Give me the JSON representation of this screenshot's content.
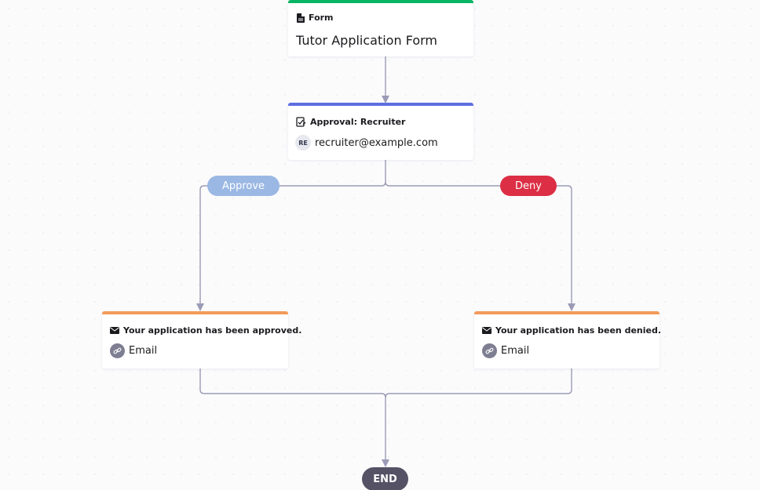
{
  "colors": {
    "form_bar": "#09b562",
    "approval_bar": "#5d6ee0",
    "email_bar": "#f39a59",
    "approve_pill": "#9ab8e3",
    "deny_pill": "#dc2e44",
    "connector": "#9b9bb6",
    "end_node": "#555266"
  },
  "form_node": {
    "icon": "document-icon",
    "type_label": "Form",
    "title": "Tutor Application Form"
  },
  "approval_node": {
    "icon": "approval-icon",
    "type_label": "Approval: Recruiter",
    "assignee_initials": "RE",
    "assignee_email": "recruiter@example.com"
  },
  "branches": {
    "approve_label": "Approve",
    "deny_label": "Deny"
  },
  "email_approved": {
    "icon": "envelope-icon",
    "subject": "Your application has been approved.",
    "channel_icon": "link-icon",
    "channel": "Email"
  },
  "email_denied": {
    "icon": "envelope-icon",
    "subject": "Your application has been denied.",
    "channel_icon": "link-icon",
    "channel": "Email"
  },
  "end_node": {
    "label": "END"
  }
}
